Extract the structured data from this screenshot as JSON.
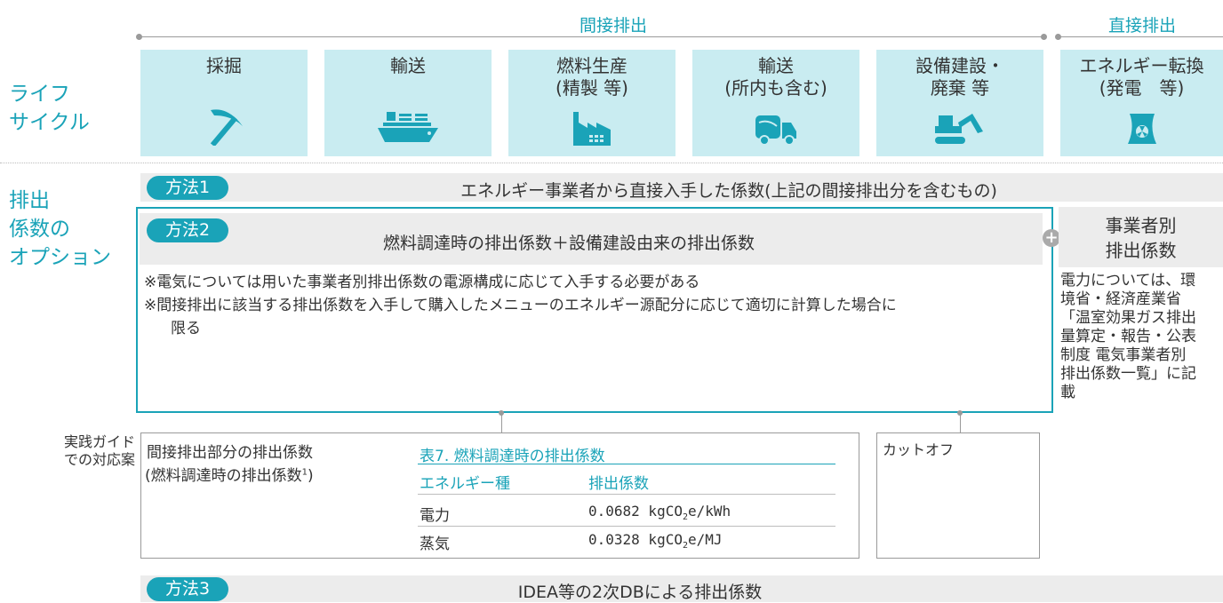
{
  "header": {
    "indirect": "間接排出",
    "direct": "直接排出"
  },
  "side": {
    "lifecycle": [
      "ライフ",
      "サイクル"
    ],
    "options": [
      "排出",
      "係数の",
      "オプション"
    ]
  },
  "lifecycle": [
    {
      "lines": [
        "採掘"
      ],
      "icon": "pickaxe-icon"
    },
    {
      "lines": [
        "輸送"
      ],
      "icon": "ship-icon"
    },
    {
      "lines": [
        "燃料生産",
        "(精製 等)"
      ],
      "icon": "factory-icon"
    },
    {
      "lines": [
        "輸送",
        "(所内も含む)"
      ],
      "icon": "truck-icon"
    },
    {
      "lines": [
        "設備建設・",
        "廃棄 等"
      ],
      "icon": "excavator-icon"
    },
    {
      "lines": [
        "エネルギー転換",
        "(発電　等)"
      ],
      "icon": "power-plant-icon"
    }
  ],
  "method1": {
    "label": "方法1",
    "text": "エネルギー事業者から直接入手した係数(上記の間接排出分を含むもの)"
  },
  "method2": {
    "label": "方法2",
    "text": "燃料調達時の排出係数＋設備建設由来の排出係数",
    "note1": "※電気については用いた事業者別排出係数の電源構成に応じて入手する必要がある",
    "note2a": "※間接排出に該当する排出係数を入手して購入したメニューのエネルギー源配分に応じて適切に計算した場合に",
    "note2b": "限る"
  },
  "right": {
    "title": [
      "事業者別",
      "排出係数"
    ],
    "note": [
      "電力については、環",
      "境省・経済産業省",
      "「温室効果ガス排出",
      "量算定・報告・公表",
      "制度 電気事業者別",
      "排出係数一覧」に記",
      "載"
    ]
  },
  "guide": {
    "label": [
      "実践ガイド",
      "での対応案"
    ],
    "box_title": "間接排出部分の排出係数",
    "box_sub": "(燃料調達時の排出係数",
    "box_sup": "1",
    "box_sub_end": ")",
    "cutoff": "カットオフ"
  },
  "table": {
    "title": "表7. 燃料調達時の排出係数",
    "headers": [
      "エネルギー種",
      "排出係数"
    ],
    "rows": [
      {
        "type": "電力",
        "value_pre": "0.0682 kgCO",
        "sub": "2",
        "value_post": "e/kWh"
      },
      {
        "type": "蒸気",
        "value_pre": "0.0328 kgCO",
        "sub": "2",
        "value_post": "e/MJ"
      }
    ]
  },
  "method3": {
    "label": "方法3",
    "text": "IDEA等の2次DBによる排出係数"
  },
  "colors": {
    "accent": "#1aa3b8",
    "box": "#c9ecf1",
    "bar": "#ececec"
  }
}
